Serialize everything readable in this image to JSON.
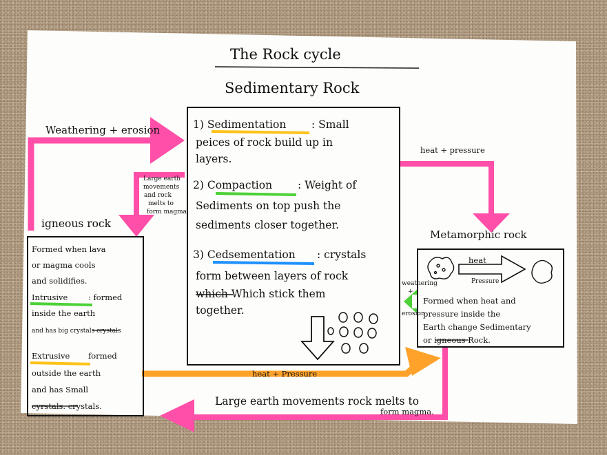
{
  "diagram": {
    "title": "The Rock cycle",
    "sedimentary": {
      "heading": "Sedimentary Rock",
      "item1_title": "1) Sedimentation",
      "item1_text_a": ": Small",
      "item1_text_b": "peices of rock build up in",
      "item1_text_c": "layers.",
      "item2_title": "2) Compaction",
      "item2_text_a": ": Weight of",
      "item2_text_b": "Sediments on top push the",
      "item2_text_c": "sediments closer together.",
      "item3_title": "3) Cedsementation",
      "item3_text_a": ": crystals",
      "item3_text_b": "form between layers of rock",
      "item3_text_c": "which Which stick them",
      "item3_text_d": "together."
    },
    "igneous": {
      "heading": "igneous rock",
      "line1": "Formed when lava",
      "line2": "or magma cools",
      "line3": "and solidifies.",
      "intrusive_title": "Intrusive",
      "intrusive_a": ": formed",
      "intrusive_b": "inside the earth",
      "intrusive_c": "and has big crystals crystals",
      "extrusive_title": "Extrusive",
      "extrusive_a": " formed",
      "extrusive_b": "outside the earth",
      "extrusive_c": "and has Small",
      "extrusive_d": "cyrstals. crystals."
    },
    "metamorphic": {
      "heading": "Metamorphic rock",
      "heat_label": "heat",
      "pressure_label": "Pressure",
      "line1": "Formed when heat and",
      "line2": "pressure inside the",
      "line3": "Earth change Sedimentary",
      "line4": "or igneous Rock."
    },
    "arrows": {
      "weathering_top": "Weathering + erosion",
      "heat_pressure_top": "heat + pressure",
      "large_earth_small_1": "Large earth",
      "large_earth_small_2": "movements",
      "large_earth_small_3": "and rock",
      "large_earth_small_4": "melts to",
      "large_earth_small_5": "form magma",
      "heat_pressure_bottom": "heat + Pressure",
      "weathering_small_1": "weathering",
      "weathering_small_2": "+",
      "weathering_small_3": "erosion",
      "bottom_1": "Large earth movements rock melts to",
      "bottom_2": "form magma."
    },
    "colors": {
      "pink": "#ff4fa8",
      "orange": "#ffa22a",
      "green": "#4cd137",
      "blue": "#1e90ff",
      "yellow": "#ffc21a",
      "paper": "#fdfdfb"
    }
  }
}
